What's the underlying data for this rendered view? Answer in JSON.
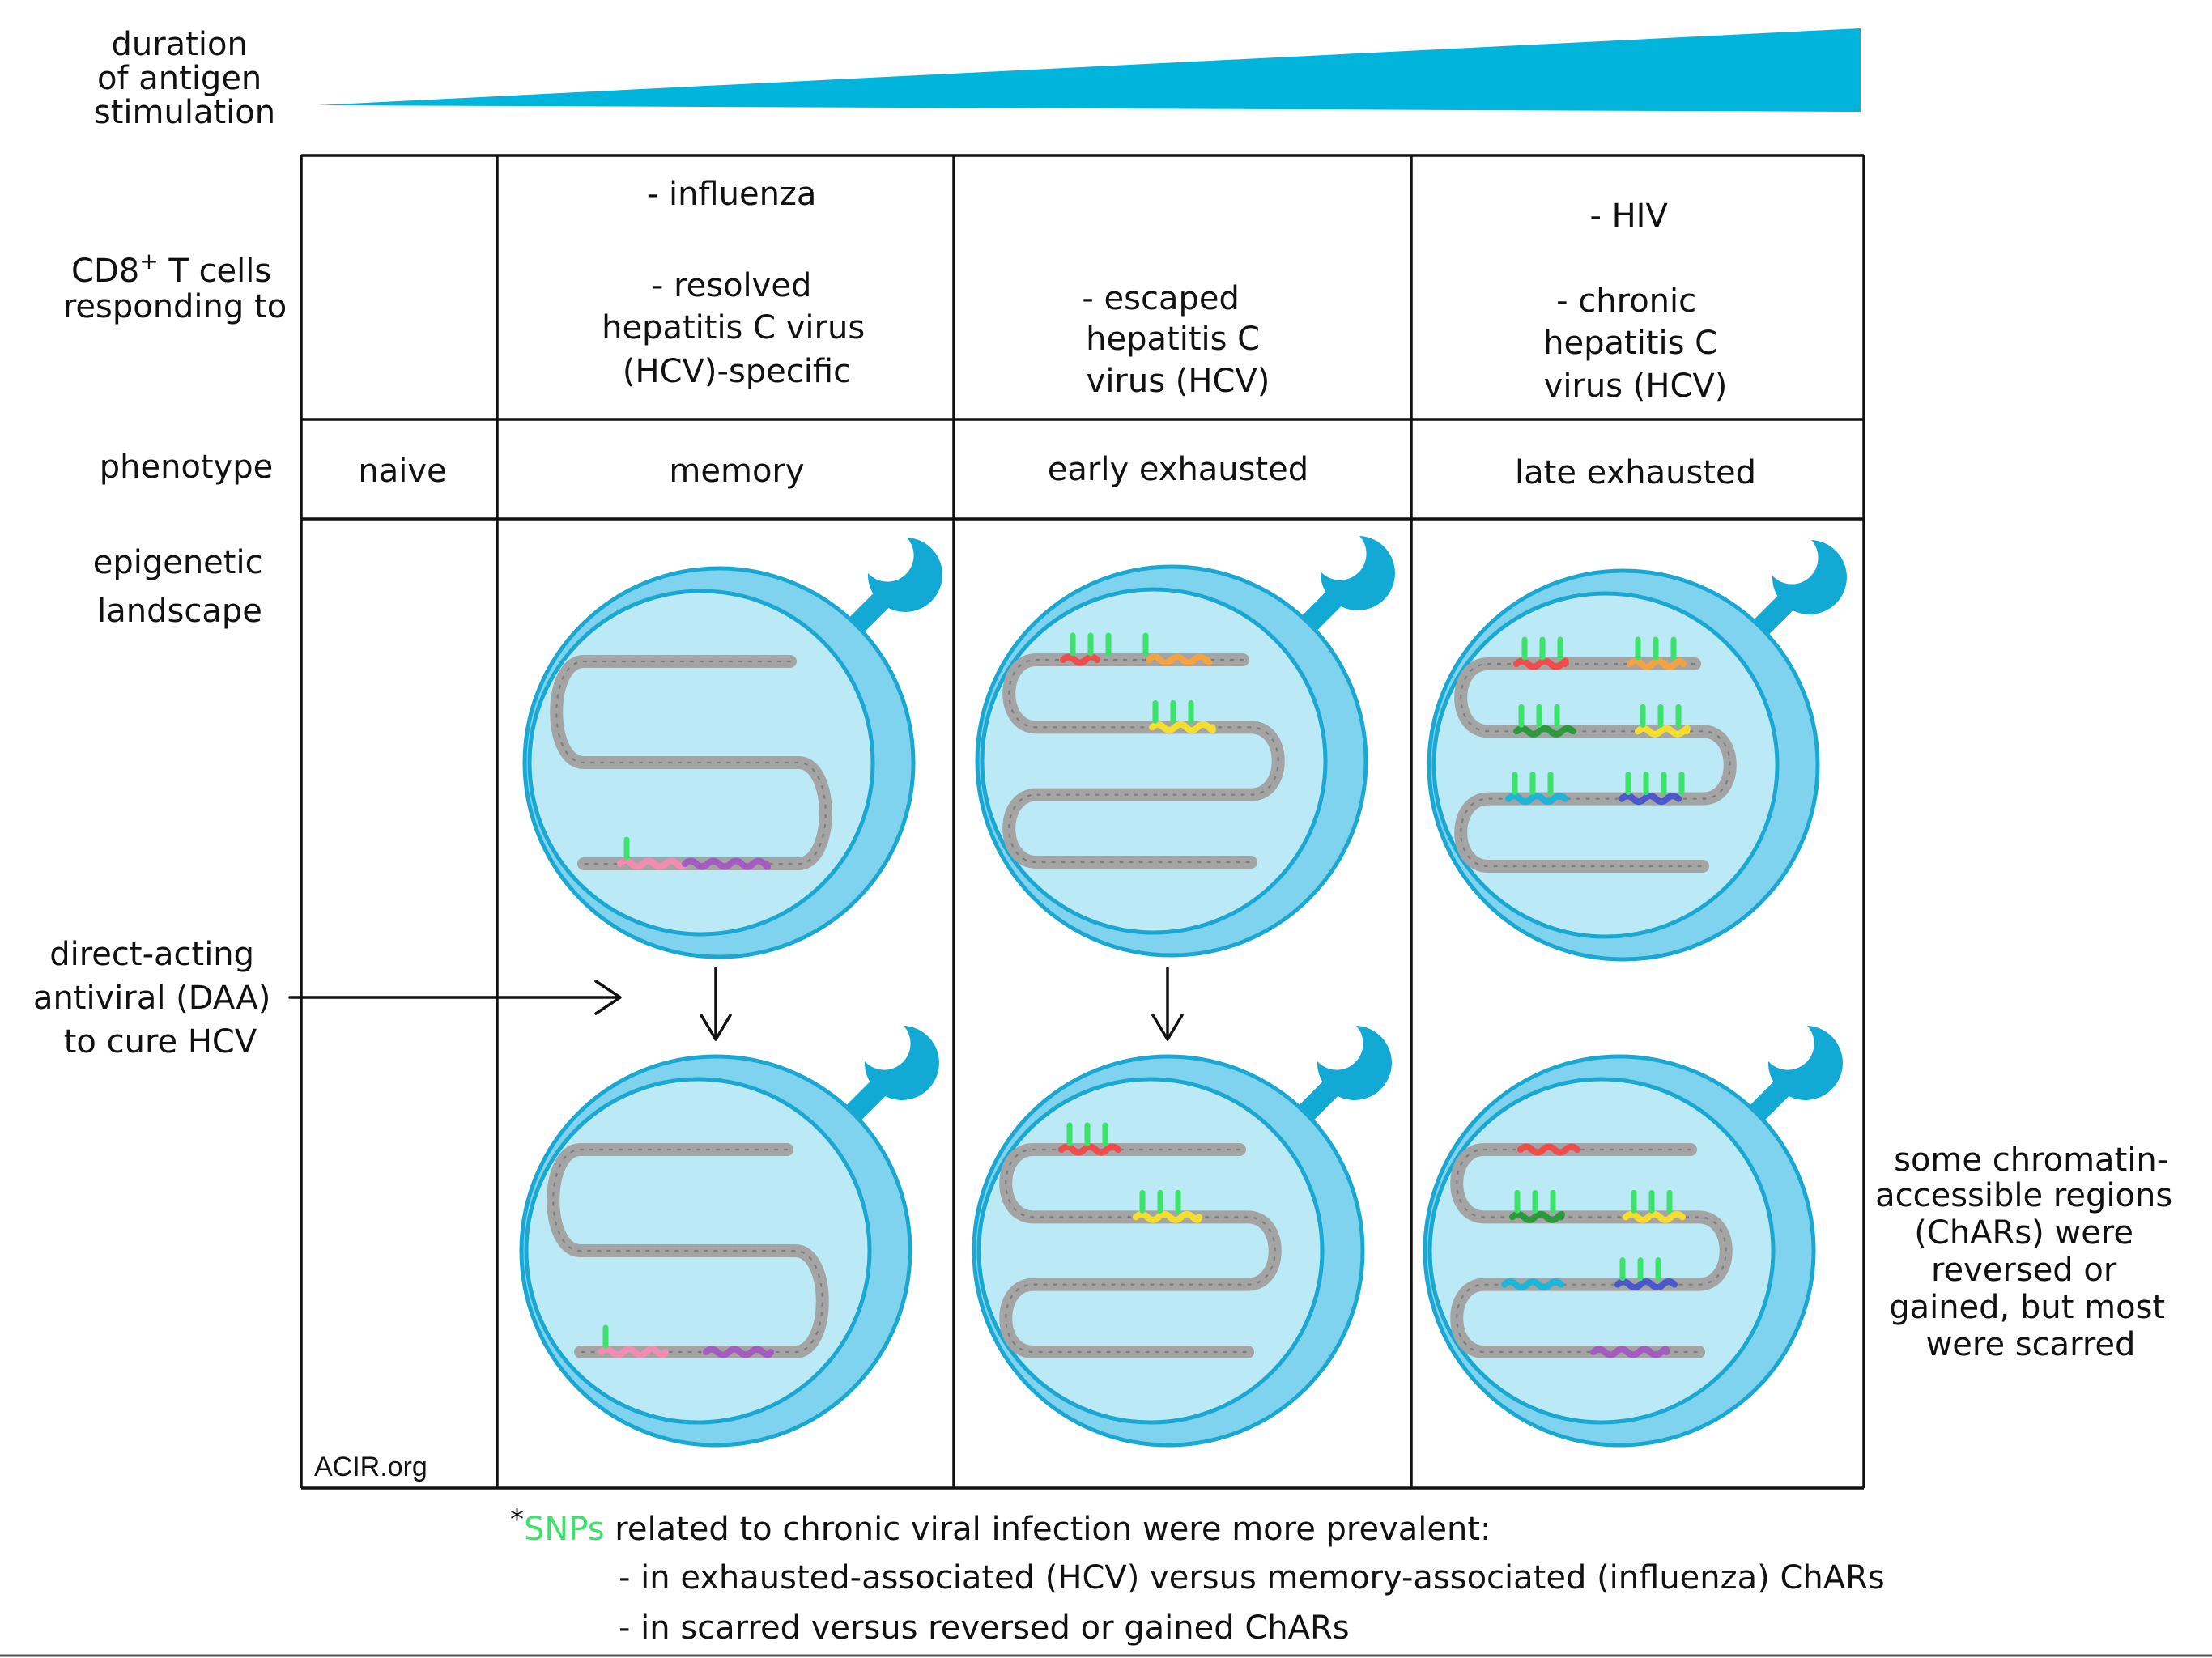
{
  "header": {
    "gradient_label": [
      "duration",
      "of antigen",
      "stimulation"
    ],
    "gradient_color": "#00b4dc"
  },
  "rows": {
    "responding_label": [
      "CD8",
      "+",
      " T cells",
      "responding to"
    ],
    "phenotype_label": "phenotype",
    "epigenetic_label": [
      "epigenetic",
      "landscape"
    ]
  },
  "columns": [
    {
      "responding": [],
      "phenotype": "naive"
    },
    {
      "responding": [
        "- influenza",
        "",
        "- resolved",
        "hepatitis C virus",
        "(HCV)-specific"
      ],
      "phenotype": "memory"
    },
    {
      "responding": [
        "- escaped",
        "hepatitis C",
        "virus (HCV)"
      ],
      "phenotype": "early exhausted"
    },
    {
      "responding": [
        "- HIV",
        "",
        "- chronic",
        "hepatitis C",
        "virus (HCV)"
      ],
      "phenotype": "late exhausted"
    }
  ],
  "treatment": {
    "label": [
      "direct-acting",
      "antiviral (DAA)",
      "to cure HCV"
    ]
  },
  "side_note": [
    "some chromatin-",
    "accessible regions",
    "(ChARs) were",
    "reversed or",
    "gained, but most",
    "were scarred"
  ],
  "watermark": "ACIR.org",
  "footnote": {
    "asterisk": "*",
    "snps": "SNPs",
    "lead": " related to chronic viral infection were more prevalent:",
    "items": [
      "- in exhausted-associated (HCV) versus memory-associated (influenza) ChARs",
      "- in scarred versus reversed or gained ChARs"
    ],
    "snp_color": "#3ce36b"
  },
  "colors": {
    "cell_outer": "#7fd3ee",
    "cell_outer_edge": "#1aa8d2",
    "nucleus": "#bce9f6",
    "receptor": "#12a9d4",
    "chromatin": "#a4a4a4",
    "snp": "#3ce36b",
    "red": "#ef4d4d",
    "orange": "#f3a341",
    "yellow": "#f6de2e",
    "green": "#2c9a3c",
    "cyan": "#1db5d9",
    "blue": "#4a58cc",
    "purple": "#a55cc0",
    "pink": "#f28db1"
  }
}
